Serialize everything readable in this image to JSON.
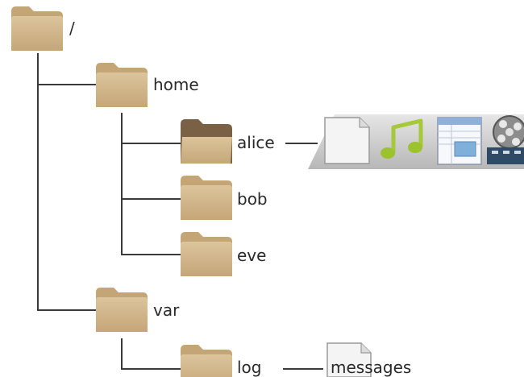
{
  "colors": {
    "folder_body": "#d3b98f",
    "folder_body_dark": "#b8996a",
    "folder_tab": "#c4a676",
    "folder_open_back": "#7a6045",
    "line": "#3a3a3a",
    "shelf": "#c8c8c8"
  },
  "tree": {
    "root": {
      "label": "/",
      "icon": "folder-icon"
    },
    "home": {
      "label": "home",
      "icon": "folder-icon"
    },
    "alice": {
      "label": "alice",
      "icon": "folder-open-icon"
    },
    "bob": {
      "label": "bob",
      "icon": "folder-icon"
    },
    "eve": {
      "label": "eve",
      "icon": "folder-icon"
    },
    "var": {
      "label": "var",
      "icon": "folder-icon"
    },
    "log": {
      "label": "log",
      "icon": "folder-icon"
    },
    "messages": {
      "label": "messages",
      "icon": "document-icon"
    }
  },
  "alice_files": [
    "document-icon",
    "music-note-icon",
    "spreadsheet-icon",
    "film-reel-icon"
  ]
}
